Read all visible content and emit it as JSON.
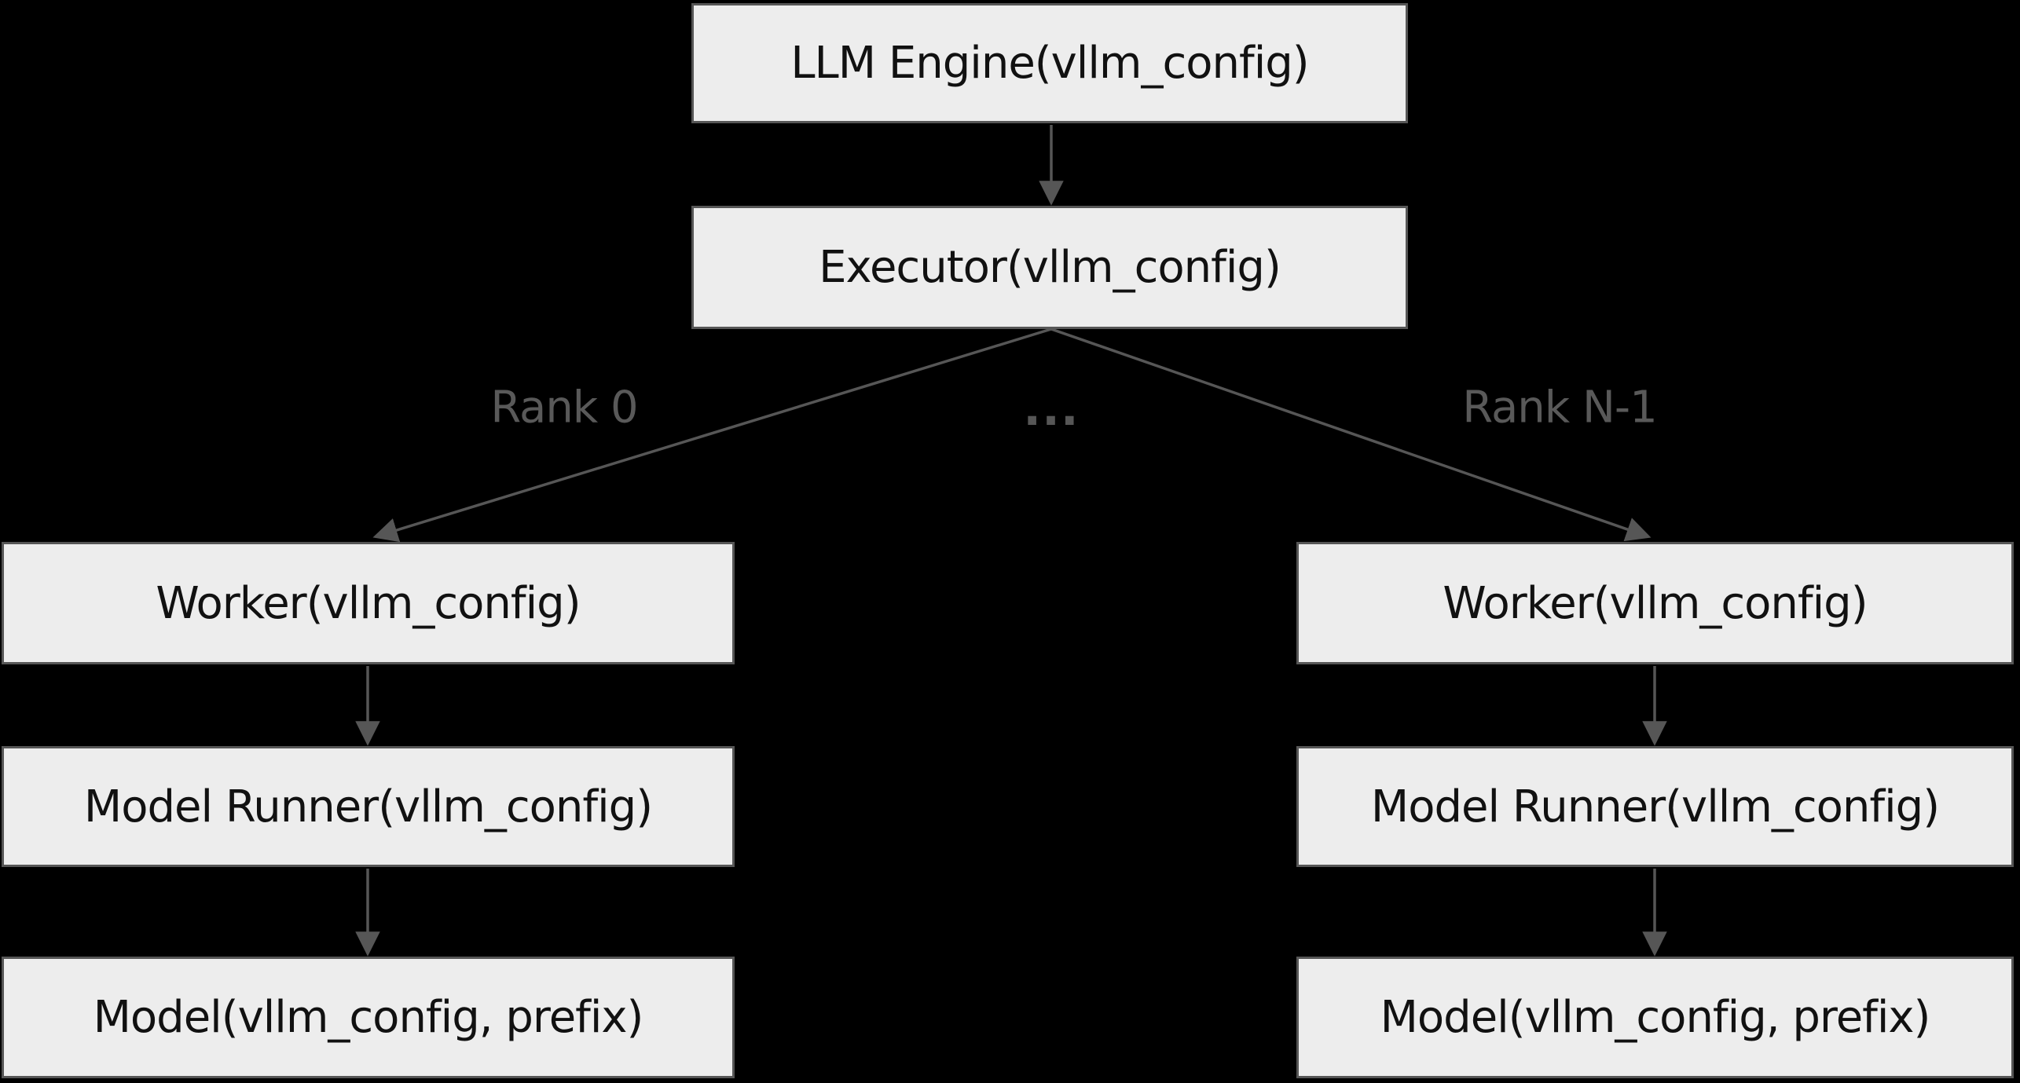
{
  "colors": {
    "background": "#000000",
    "node_fill": "#ededed",
    "node_border": "#565656",
    "arrow": "#565656",
    "edge_label_text": "#595959",
    "node_text": "#111111"
  },
  "nodes": {
    "llm_engine": {
      "label": "LLM Engine(vllm_config)"
    },
    "executor": {
      "label": "Executor(vllm_config)"
    },
    "worker_left": {
      "label": "Worker(vllm_config)"
    },
    "worker_right": {
      "label": "Worker(vllm_config)"
    },
    "model_runner_left": {
      "label": "Model Runner(vllm_config)"
    },
    "model_runner_right": {
      "label": "Model Runner(vllm_config)"
    },
    "model_left": {
      "label": "Model(vllm_config, prefix)"
    },
    "model_right": {
      "label": "Model(vllm_config, prefix)"
    }
  },
  "edge_labels": {
    "rank_0": "Rank 0",
    "ellipsis": "...",
    "rank_n_1": "Rank N-1"
  }
}
